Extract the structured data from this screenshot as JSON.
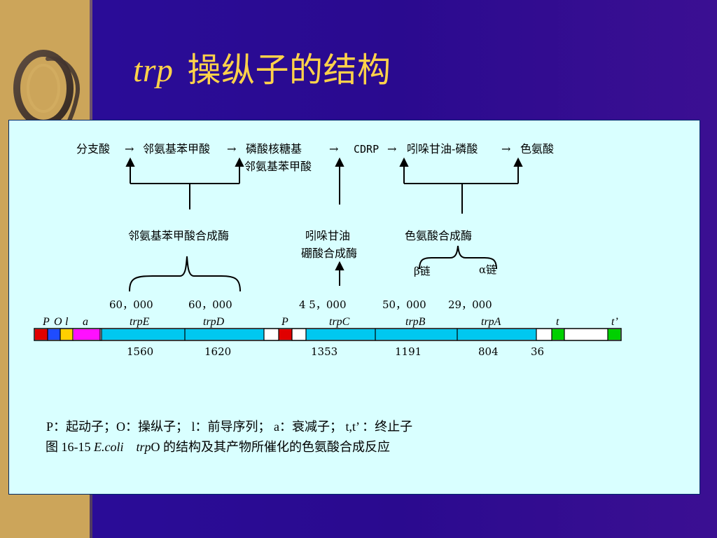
{
  "title": {
    "prefix": "trp",
    "main": "操纵子的结构"
  },
  "pathway": {
    "steps": [
      "分支酸",
      "邻氨基苯甲酸",
      "磷酸核糖基",
      "CDRP",
      "吲哚甘油-磷酸",
      "色氨酸"
    ],
    "step3_suffix": "邻氨基苯甲酸",
    "arrow": "→"
  },
  "enzymes": {
    "enzyme1": "邻氨基苯甲酸合成酶",
    "enzyme2_line1": "吲哚甘油",
    "enzyme2_line2": "硼酸合成酶",
    "enzyme3": "色氨酸合成酶",
    "beta_chain": "β链",
    "alpha_chain": "α链"
  },
  "masses": [
    "60，000",
    "60，000",
    "4 5，000",
    "50，000",
    "29，000"
  ],
  "gene_labels": {
    "P1": "P",
    "O": "O",
    "l": "l",
    "a": "a",
    "trpE": "trpE",
    "trpD": "trpD",
    "P2": "P",
    "trpC": "trpC",
    "trpB": "trpB",
    "trpA": "trpA",
    "t": "t",
    "t_prime": "t’"
  },
  "lengths": [
    "1560",
    "1620",
    "1353",
    "1191",
    "804",
    "36"
  ],
  "caption": {
    "line1": "P：起动子；O：操纵子；  l：前导序列；  a：衰减子；  t,t’ ：终止子",
    "line2_prefix": "图 16-15 ",
    "line2_italic1": "E.coli",
    "line2_italic2": "trp",
    "line2_rest": "O 的结构及其产物所催化的色氨酸合成反应"
  },
  "colors": {
    "background": "#2a0a8f",
    "title": "#ffd24a",
    "panel": "#d9ffff",
    "gene_bar": "#00c8f0",
    "red": "#e00000",
    "blue": "#1f4cff",
    "yellow": "#ffd000",
    "magenta": "#ff10ff",
    "green": "#00d000"
  }
}
